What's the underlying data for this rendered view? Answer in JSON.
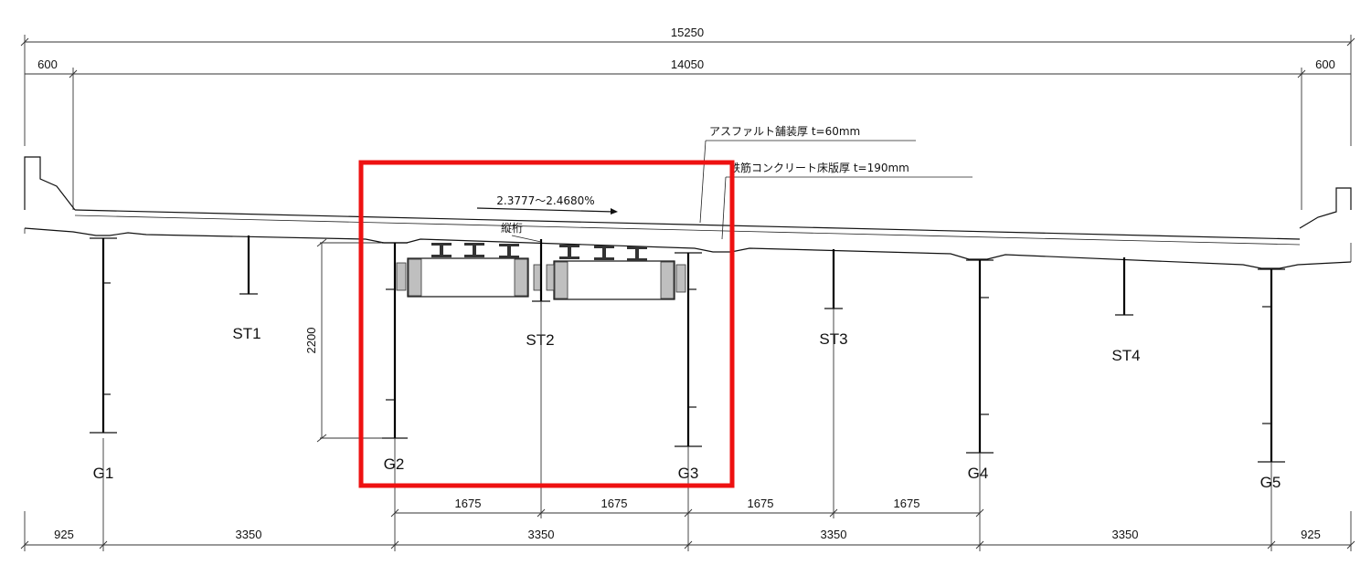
{
  "dimensions": {
    "overall_width": "15250",
    "roadway_width": "14050",
    "left_edge": "600",
    "right_edge": "600",
    "bottom": [
      "925",
      "3350",
      "3350",
      "3350",
      "3350",
      "925"
    ],
    "girder_spacing_half": [
      "1675",
      "1675",
      "1675",
      "1675"
    ],
    "girder_height": "2200"
  },
  "annotations": {
    "pavement": "アスファルト舗装厚 t=60mm",
    "deck_slab": "鉄筋コンクリート床版厚 t=190mm",
    "cross_slope": "2.3777～2.4680%",
    "stringer": "縦桁"
  },
  "girders": [
    "G1",
    "G2",
    "G3",
    "G4",
    "G5"
  ],
  "stringers": [
    "ST1",
    "ST2",
    "ST3",
    "ST4"
  ],
  "colors": {
    "line": "#111111",
    "highlight": "#ee1111",
    "hatch": "#bfbfbf"
  }
}
